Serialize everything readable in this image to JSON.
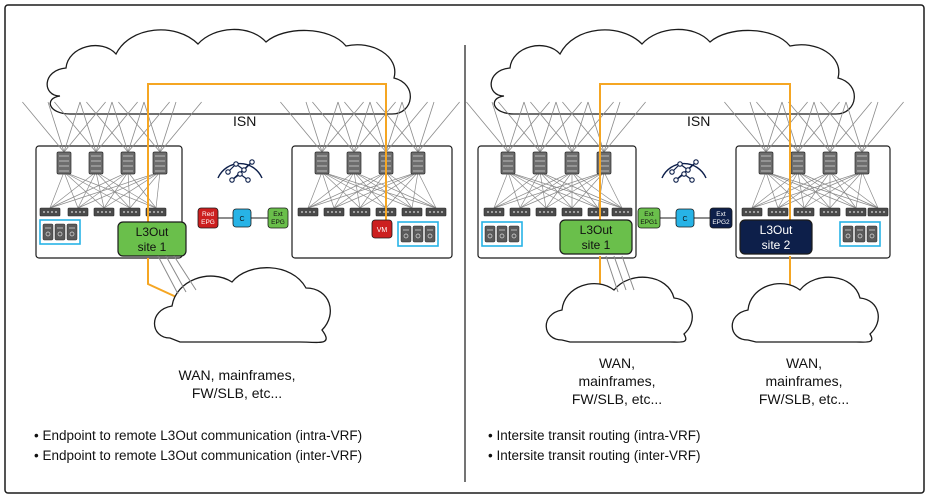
{
  "colors": {
    "border": "#1b1b1b",
    "divider": "#2a2a2a",
    "orange": "#f5a623",
    "green": "#6abf4b",
    "navy": "#0d1f4a",
    "red": "#cc1f1f",
    "cyan": "#27b3e6",
    "gray": "#8a8a8a"
  },
  "left": {
    "isn_label": "ISN",
    "l3out": {
      "line1": "L3Out",
      "line2": "site 1"
    },
    "wan": {
      "line1": "WAN, mainframes,",
      "line2": "FW/SLB, etc..."
    },
    "epg_red": {
      "line1": "Red",
      "line2": "EPG"
    },
    "contract": "C",
    "epg_ext": {
      "line1": "Ext",
      "line2": "EPG"
    },
    "vm": "VM",
    "bullets": [
      "• Endpoint to remote L3Out communication (intra-VRF)",
      "• Endpoint to remote L3Out communication (inter-VRF)"
    ]
  },
  "right": {
    "isn_label": "ISN",
    "l3out1": {
      "line1": "L3Out",
      "line2": "site 1"
    },
    "l3out2": {
      "line1": "L3Out",
      "line2": "site 2"
    },
    "wan1": {
      "line1": "WAN,",
      "line2": "mainframes,",
      "line3": "FW/SLB, etc..."
    },
    "wan2": {
      "line1": "WAN,",
      "line2": "mainframes,",
      "line3": "FW/SLB, etc..."
    },
    "epg1": {
      "line1": "Ext",
      "line2": "EPG1"
    },
    "contract": "C",
    "epg2": {
      "line1": "Ext",
      "line2": "EPG2"
    },
    "bullets": [
      "• Intersite transit routing (intra-VRF)",
      "• Intersite transit routing (inter-VRF)"
    ]
  }
}
